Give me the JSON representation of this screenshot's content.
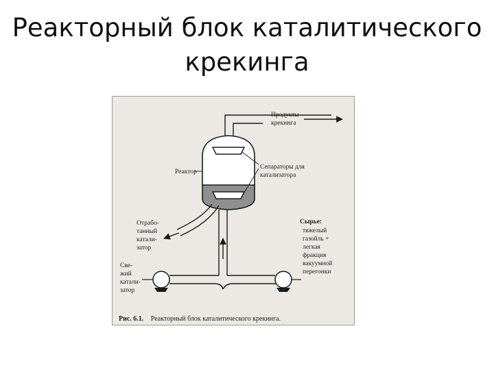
{
  "slide": {
    "title_line1": "Реакторный блок каталитического",
    "title_line2": "крекинга"
  },
  "figure": {
    "labels": {
      "products_1": "Продукты",
      "products_2": "крекинга",
      "reactor": "Реактор",
      "separators_1": "Сепараторы для",
      "separators_2": "катализатора",
      "spent_1": "Отрабо-",
      "spent_2": "танный",
      "spent_3": "катали-",
      "spent_4": "затор",
      "feed_title": "Сырье:",
      "feed_1": "тяжелый",
      "feed_2": "газойль +",
      "feed_3": "легкая",
      "feed_4": "фракция",
      "feed_5": "вакуумной",
      "feed_6": "перегонки",
      "fresh_1": "Све-",
      "fresh_2": "жий",
      "fresh_3": "катали-",
      "fresh_4": "затор"
    },
    "caption_number": "Рис. 6.1.",
    "caption_text": "Реакторный блок каталитического крекинга."
  }
}
